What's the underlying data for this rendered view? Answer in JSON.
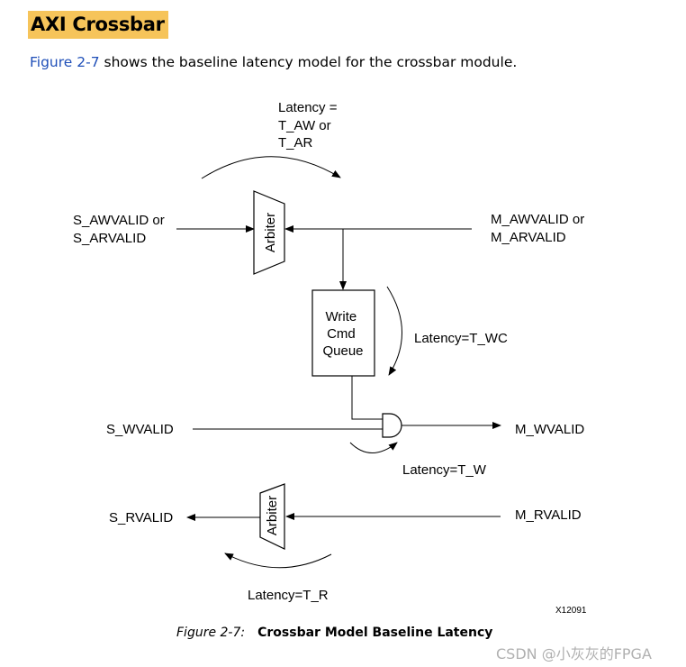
{
  "heading": "AXI Crossbar",
  "intro": {
    "ref": "Figure 2-7",
    "text": " shows the baseline latency model for the crossbar module."
  },
  "diagram": {
    "latency_aw_ar": [
      "Latency =",
      "T_AW or",
      "T_AR"
    ],
    "s_aw_ar_valid": [
      "S_AWVALID or",
      "S_ARVALID"
    ],
    "m_aw_ar_valid": [
      "M_AWVALID or",
      "M_ARVALID"
    ],
    "arbiter_top": "Arbiter",
    "write_cmd_queue": [
      "Write",
      "Cmd",
      "Queue"
    ],
    "latency_wc": "Latency=T_WC",
    "s_wvalid": "S_WVALID",
    "m_wvalid": "M_WVALID",
    "latency_w": "Latency=T_W",
    "s_rvalid": "S_RVALID",
    "m_rvalid": "M_RVALID",
    "arbiter_bottom": "Arbiter",
    "latency_r": "Latency=T_R",
    "figure_id": "X12091"
  },
  "caption": {
    "fig": "Figure 2-7:",
    "title": "Crossbar Model Baseline Latency"
  },
  "watermark": "CSDN @小灰灰的FPGA"
}
